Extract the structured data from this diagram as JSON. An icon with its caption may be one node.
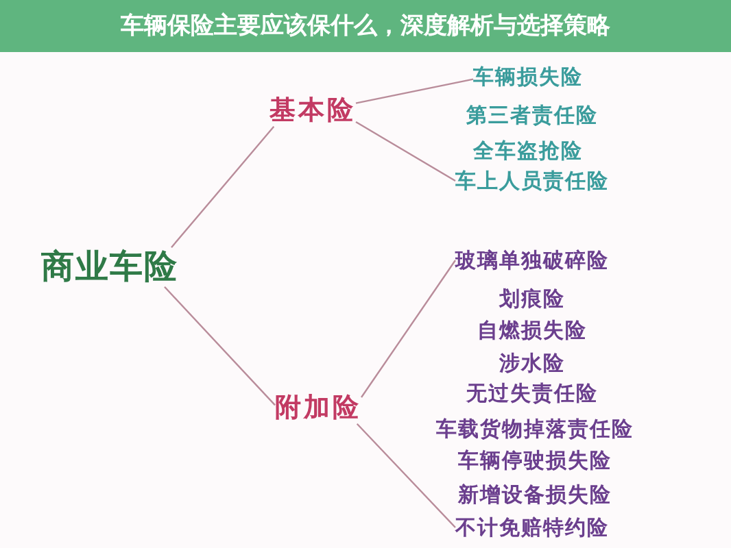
{
  "diagram": {
    "title": "车辆保险主要应该保什么，深度解析与选择策略",
    "nodes": [
      {
        "text": [
          "商业车险"
        ]
      },
      {
        "text": [
          "基本险"
        ]
      },
      {
        "text": [
          "车辆损失险"
        ]
      },
      {
        "text": [
          "车上人员责任险"
        ]
      },
      {
        "text": [
          "附加险"
        ]
      },
      {
        "text": [
          "玻璃单独破碎险"
        ]
      },
      {
        "text": [
          "不计免赔特约险"
        ]
      }
    ],
    "edges": [
      {
        "from": 0,
        "to": 1,
        "arrow": "none"
      },
      {
        "from": 1,
        "to": 2,
        "arrow": "none"
      },
      {
        "from": 1,
        "to": 3,
        "arrow": "none"
      },
      {
        "from": 0,
        "to": 4,
        "arrow": "none"
      },
      {
        "from": 4,
        "to": 5,
        "arrow": "none"
      },
      {
        "from": 4,
        "to": 6,
        "arrow": "none"
      }
    ],
    "labels": [
      "第三者责任险",
      "全车盗抢险",
      "划痕险",
      "自燃损失险",
      "涉水险",
      "无过失责任险",
      "车载货物掉落责任险",
      "车辆停驶损失险",
      "新增设备损失险"
    ]
  }
}
